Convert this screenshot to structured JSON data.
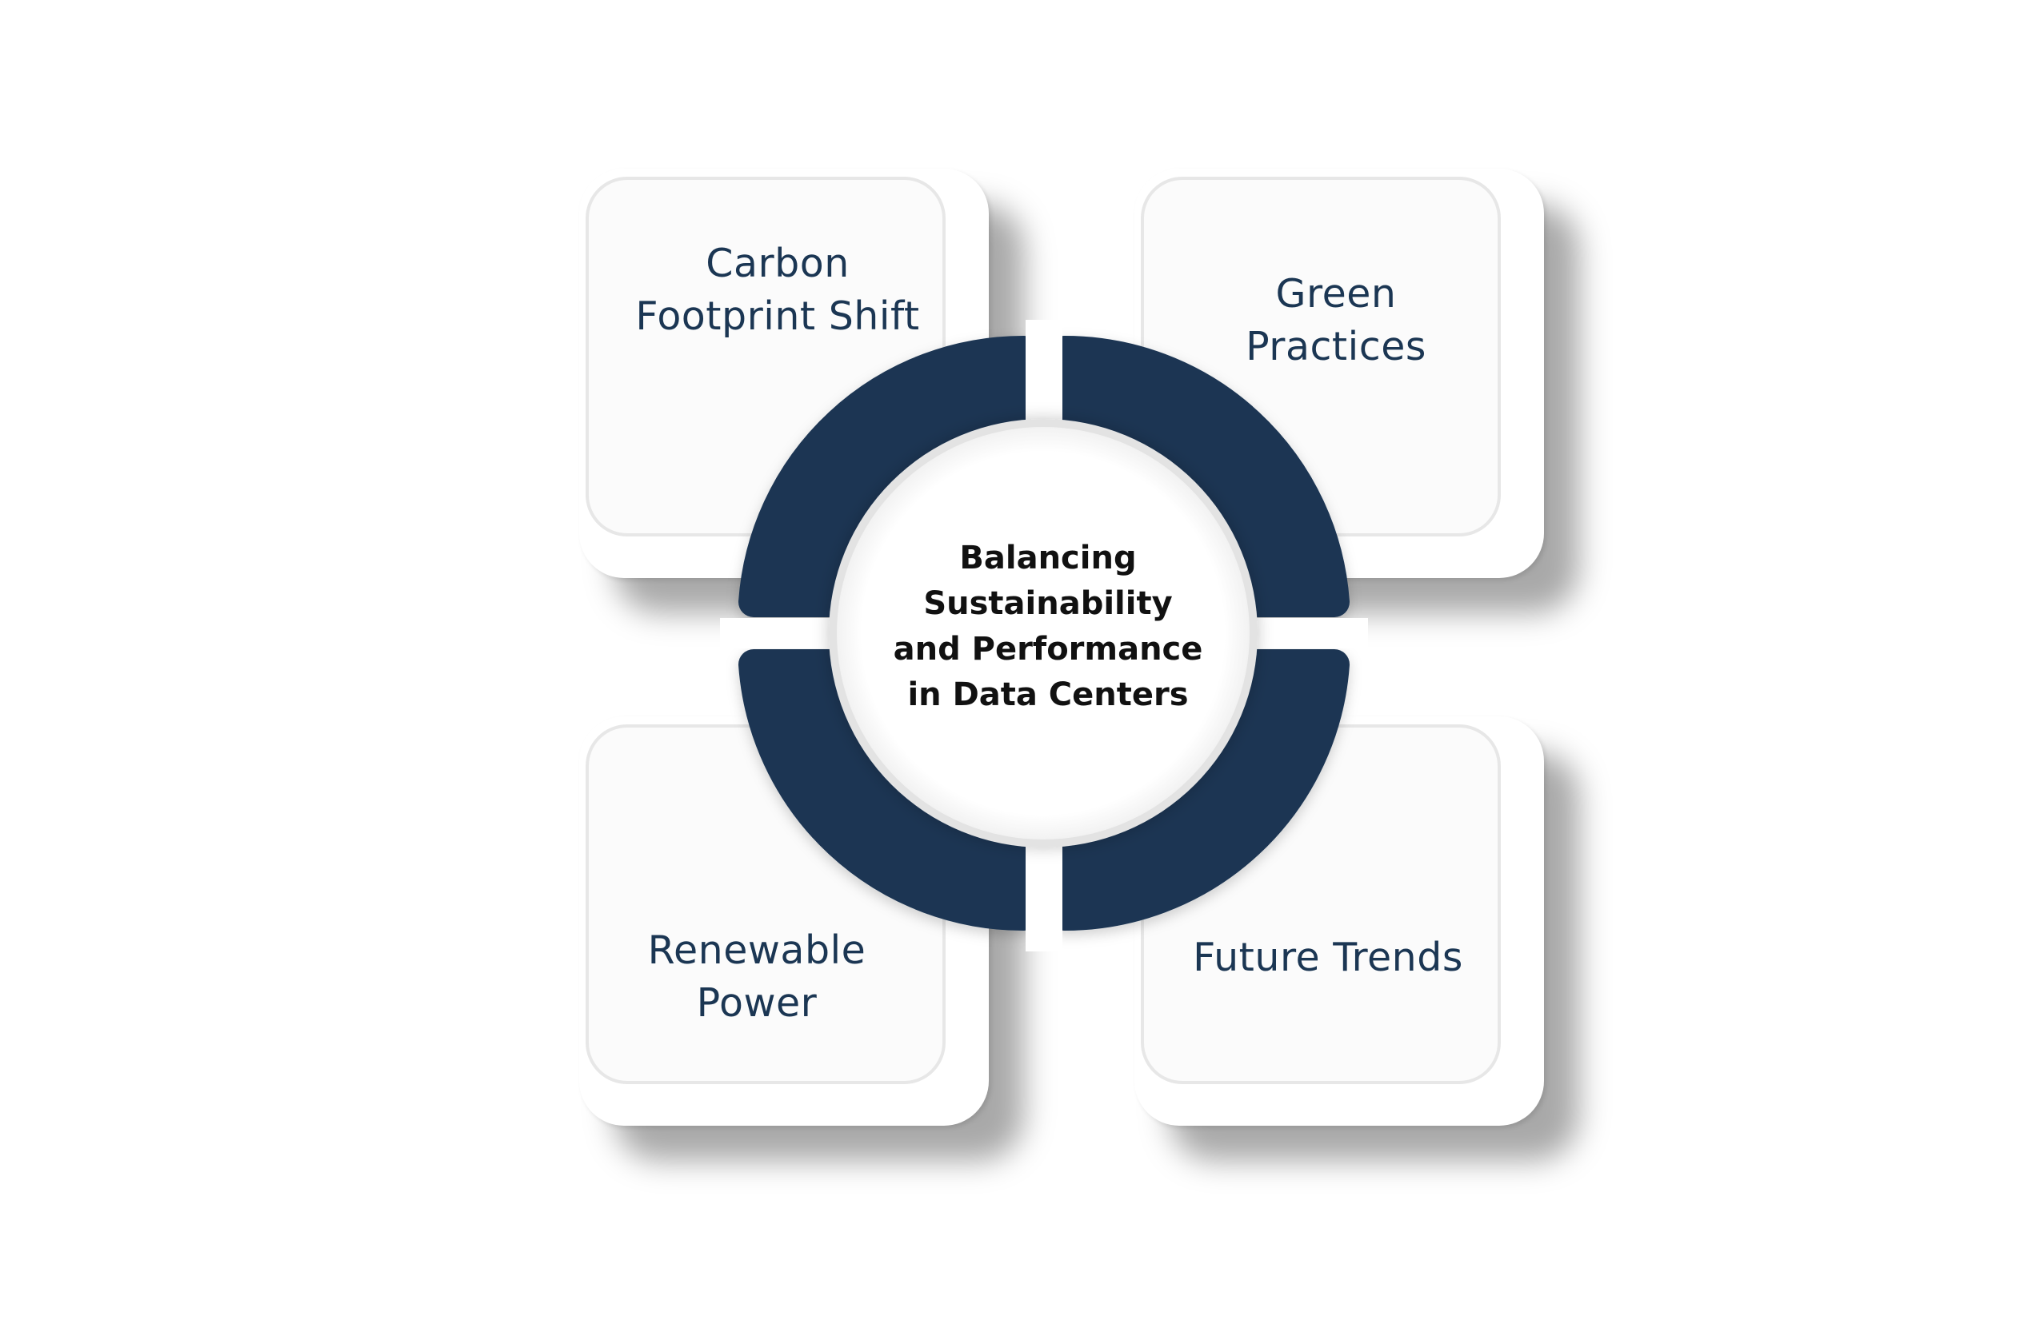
{
  "center": {
    "lines": [
      "Balancing",
      "Sustainability",
      "and Performance",
      "in Data Centers"
    ]
  },
  "cards": {
    "top_left": {
      "lines": [
        "Carbon",
        "Footprint Shift"
      ]
    },
    "top_right": {
      "lines": [
        "Green",
        "Practices"
      ]
    },
    "bottom_left": {
      "lines": [
        "Renewable",
        "Power"
      ]
    },
    "bottom_right": {
      "lines": [
        "Future Trends"
      ]
    }
  },
  "colors": {
    "ring": "#1b3653",
    "text": "#1b3653",
    "title": "#111111",
    "card_border": "#e7e7e7"
  }
}
